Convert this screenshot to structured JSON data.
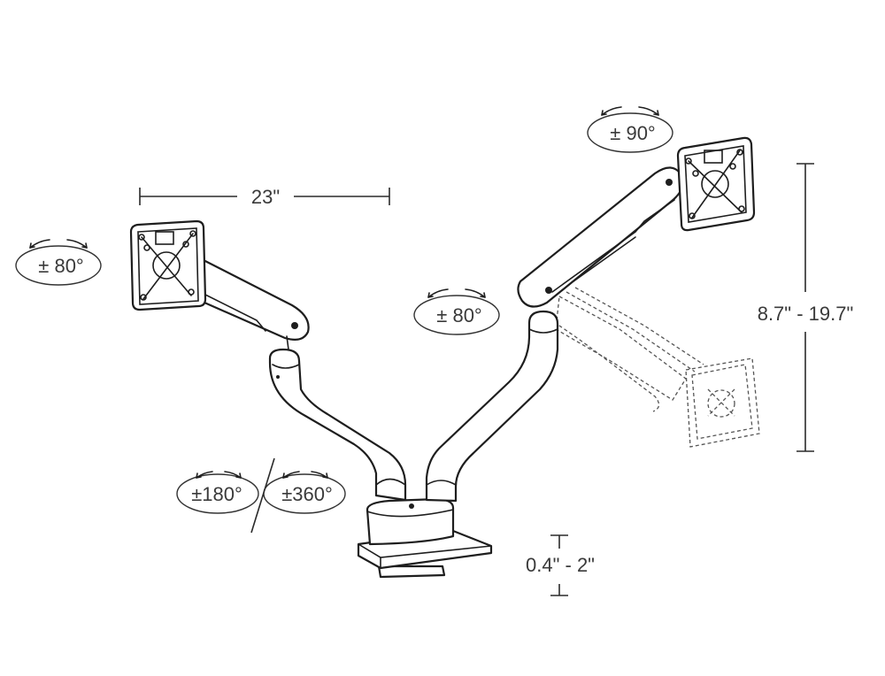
{
  "diagram": {
    "dimensions": {
      "arm_reach": "23\"",
      "height_range": "8.7\" - 19.7\"",
      "desk_thickness": "0.4\" - 2\""
    },
    "rotations": {
      "left_tilt": "± 80°",
      "center_tilt": "± 80°",
      "right_rotate": "± 90°",
      "base_swivel": "±180°",
      "arm_swivel": "±360°"
    }
  }
}
